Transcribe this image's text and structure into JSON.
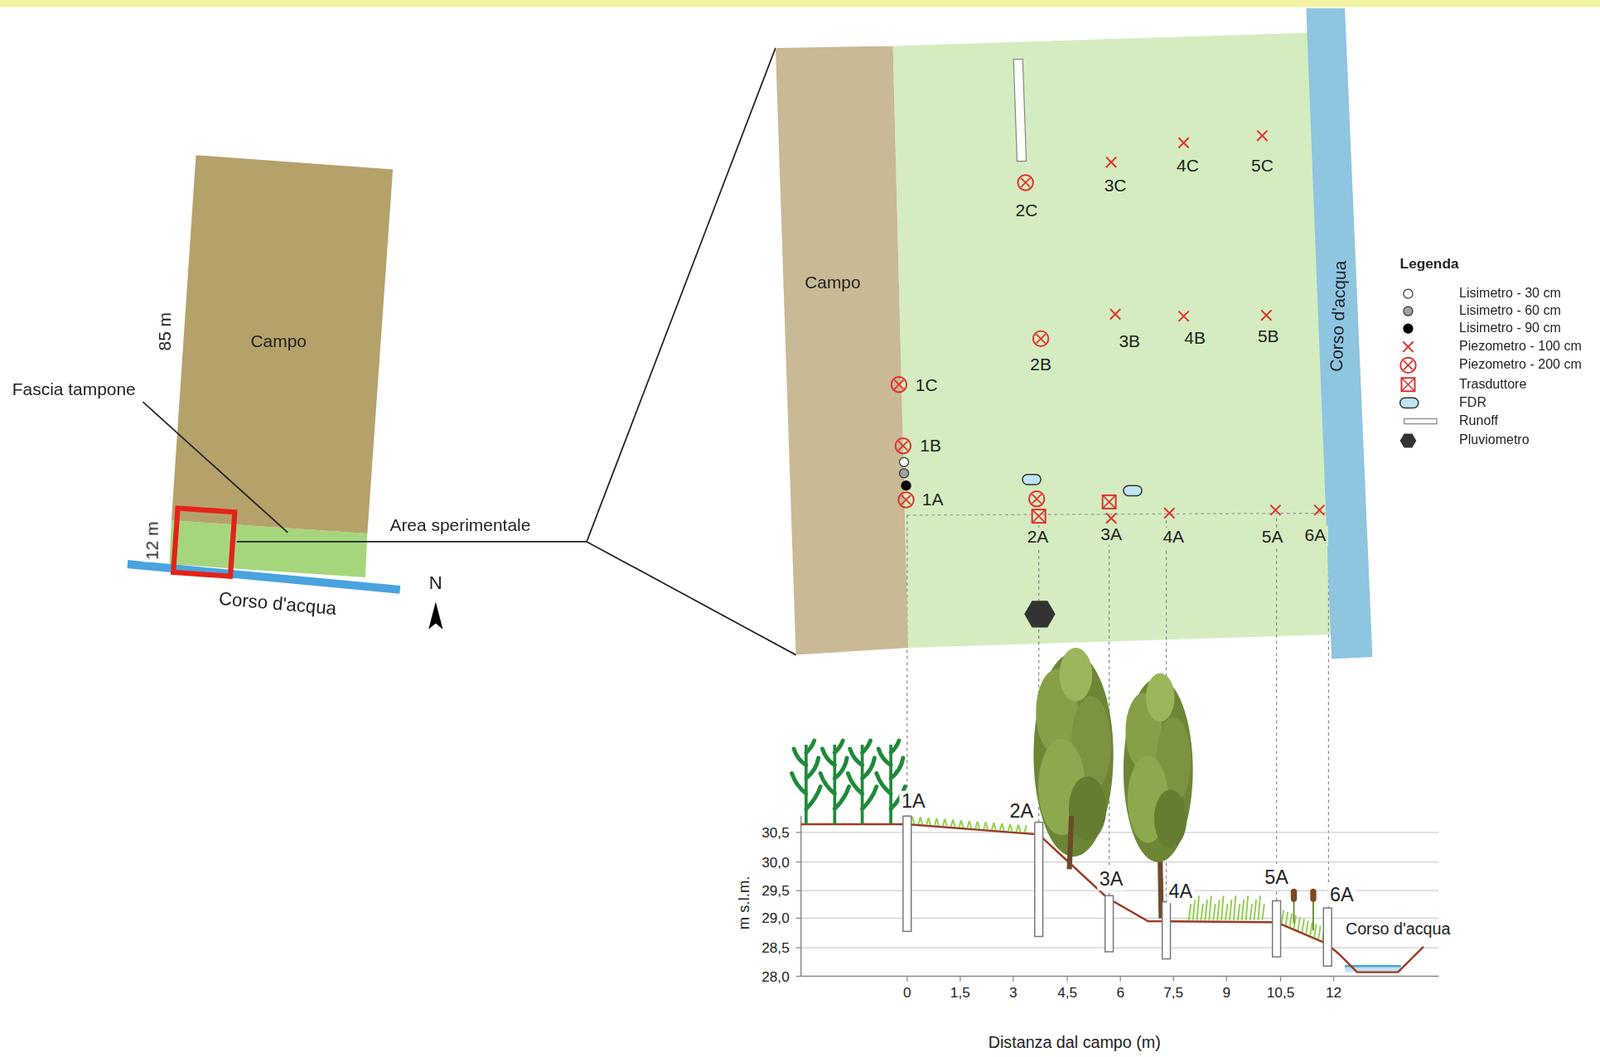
{
  "diagram": {
    "nodes": [
      {
        "text": [
          "Campo"
        ]
      },
      {
        "text": [
          "Campo"
        ]
      },
      {
        "text": [
          "Corso d'acqua"
        ]
      }
    ],
    "labels": [
      "85 m",
      "12 m",
      "Fascia tampone",
      "Corso d'acqua",
      "N",
      "Area sperimentale",
      "1C",
      "1B",
      "1A",
      "2C",
      "2B",
      "2A",
      "3C",
      "3B",
      "3A",
      "4C",
      "4B",
      "4A",
      "5C",
      "5B",
      "5A",
      "6A",
      "Legenda",
      "1A",
      "2A",
      "3A",
      "4A",
      "5A",
      "6A",
      "Corso d'acqua",
      "30,5",
      "30,0",
      "29,5",
      "29,0",
      "28,5",
      "28,0",
      "m s.l.m.",
      "0",
      "1,5",
      "3",
      "4,5",
      "6",
      "7,5",
      "9",
      "10,5",
      "12",
      "Distanza dal campo (m)"
    ],
    "legend": [
      {
        "text": "Lisimetro - 30 cm"
      },
      {
        "text": "Lisimetro - 60 cm"
      },
      {
        "text": "Lisimetro - 90 cm"
      },
      {
        "text": "Piezometro - 100 cm"
      },
      {
        "text": "Piezometro - 200 cm"
      },
      {
        "text": "Trasduttore"
      },
      {
        "text": "FDR"
      },
      {
        "text": "Runoff"
      },
      {
        "text": "Pluviometro"
      }
    ]
  }
}
